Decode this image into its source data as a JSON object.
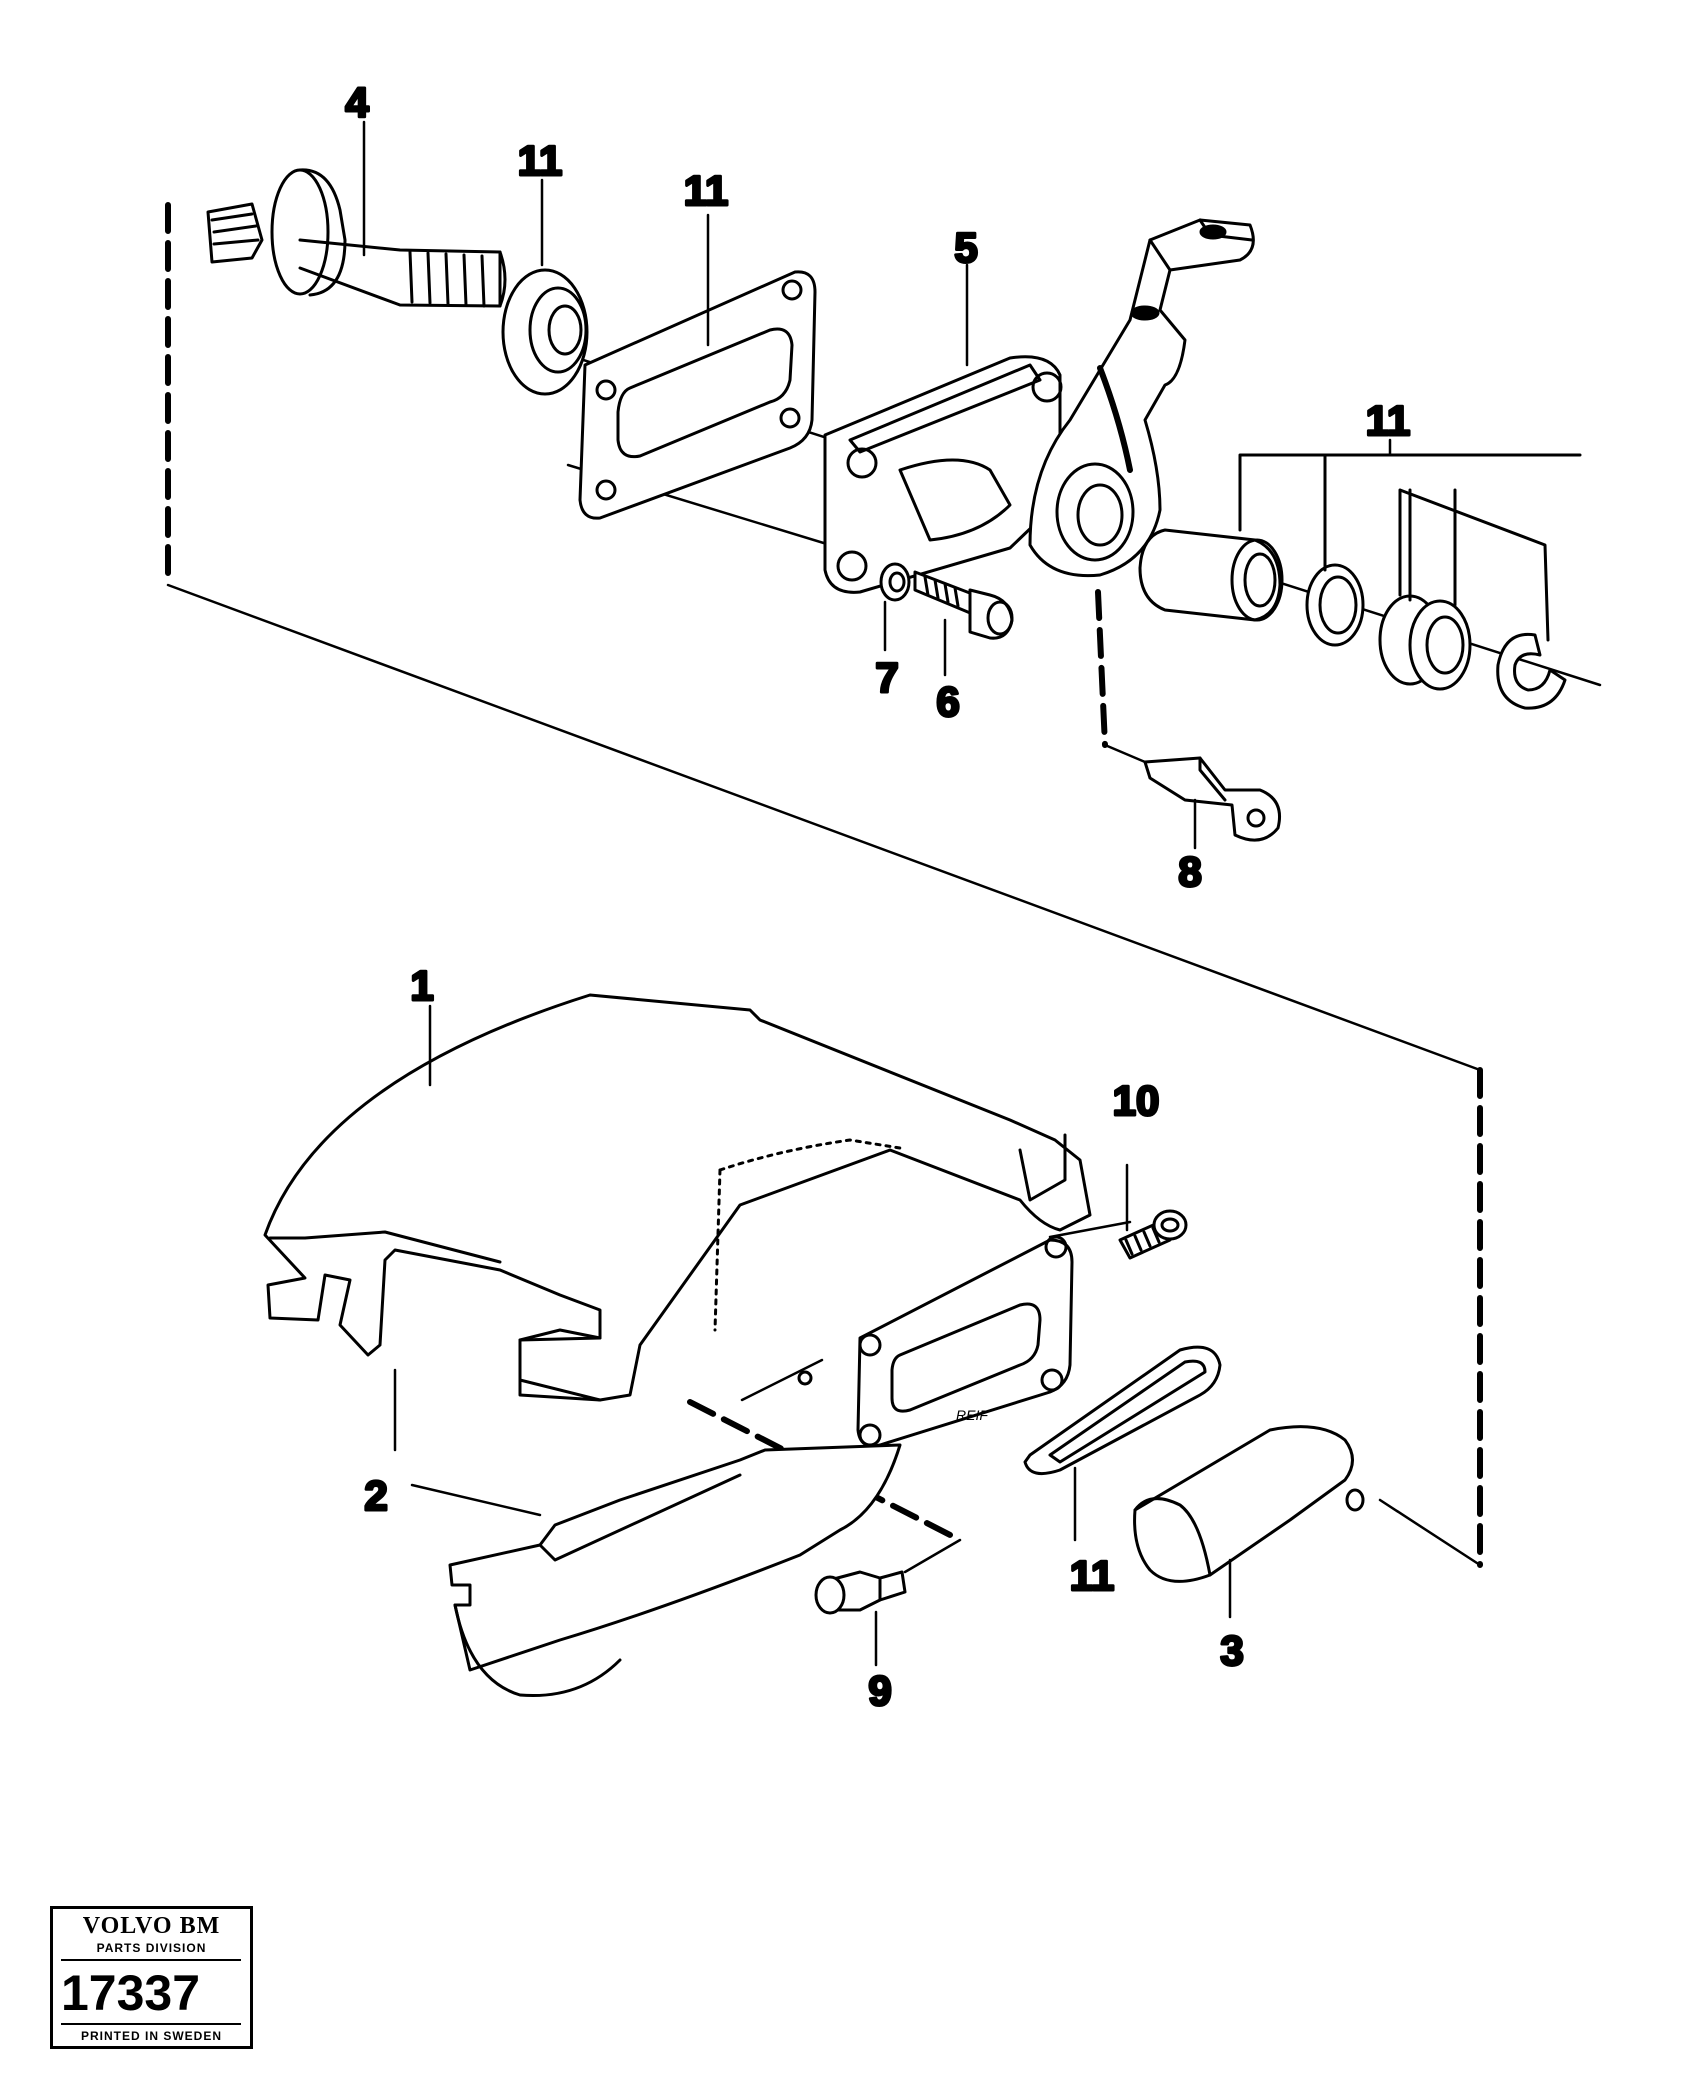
{
  "callouts": {
    "c1": "1",
    "c2": "2",
    "c3": "3",
    "c4": "4",
    "c5": "5",
    "c6": "6",
    "c7": "7",
    "c8": "8",
    "c9": "9",
    "c10": "10",
    "c11_a": "11",
    "c11_b": "11",
    "c11_c": "11",
    "c11_d": "11"
  },
  "part_marking": "REIF",
  "stamp": {
    "brand": "VOLVO BM",
    "division": "PARTS DIVISION",
    "number": "17337",
    "printed": "PRINTED IN SWEDEN"
  }
}
